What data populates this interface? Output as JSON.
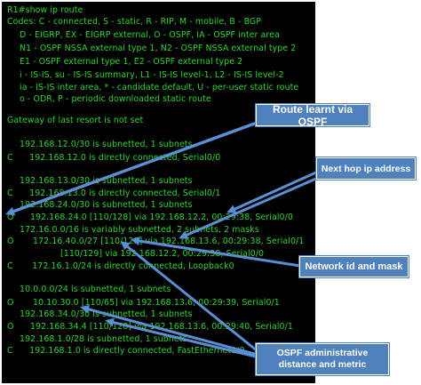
{
  "terminal": {
    "lines": [
      "R1#show ip route",
      "Codes: C - connected, S - static, R - RIP, M - mobile, B - BGP",
      "D - EIGRP, EX - EIGRP external, O - OSPF, IA - OSPF inter area",
      "N1 - OSPF NSSA external type 1, N2 - OSPF NSSA external type 2",
      "E1 - OSPF external type 1, E2 - OSPF external type 2",
      "i - IS-IS, su - IS-IS summary, L1 - IS-IS level-1, L2 - IS-IS level-2",
      "ia - IS-IS inter area, * - candidate default, U - per-user static route",
      "o - ODR, P - periodic downloaded static route",
      "Gateway of last resort is not set",
      "192.168.12.0/30 is subnetted, 1 subnets",
      "C      192.168.12.0 is directly connected, Serial0/0",
      "192.168.13.0/30 is subnetted, 1 subnets",
      "C      192.168.13.0 is directly connected, Serial0/1",
      "192.168.24.0/30 is subnetted, 1 subnets",
      "O      192.168.24.0 [110/128] via 192.168.12.2, 00:29:38, Serial0/0",
      "172.16.0.0/16 is variably subnetted, 2 subnets, 2 masks",
      "O       172.16.40.0/27 [110/129] via 192.168.13.6, 00:29:38, Serial0/1",
      "[110/129] via 192.168.12.2, 00:29:38, Serial0/0",
      "C       172.16.1.0/24 is directly connected, Loopback0",
      "10.0.0.0/24 is subnetted, 1 subnets",
      "O       10.10.30.0 [110/65] via 192.168.13.6, 00:29:39, Serial0/1",
      "192.168.34.0/30 is subnetted, 1 subnets",
      "O      192.168.34.4 [110/128] via 192.168.13.6, 00:29:40, Serial0/1",
      "192.168.1.0/28 is subnetted, 1 subnets",
      "C      192.168.1.0 is directly connected, FastEthernet1/0"
    ],
    "text_color": "#2bd52b",
    "background": "#000000"
  },
  "callouts": {
    "ospf_route": "Route learnt via OSPF",
    "next_hop": "Next hop ip address",
    "network_mask": "Network id and mask",
    "admin_metric": "OSPF administrative distance and metric"
  },
  "colors": {
    "callout_fill": "#4f81bd",
    "arrow": "#5b8fd4"
  }
}
